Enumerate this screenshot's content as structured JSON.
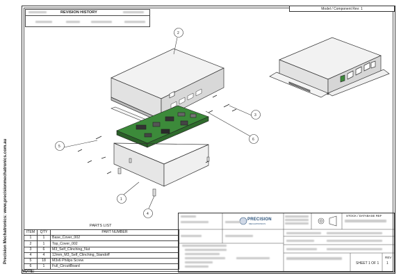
{
  "header": {
    "model_label": "Model / Component Rev: 1",
    "revision_history": "REVISION HISTORY"
  },
  "side_text": "Precision Mechatronics: www.precisionmechatronics.com.au",
  "note_label": "NOTE:",
  "balloons": [
    "1",
    "2",
    "3",
    "4",
    "5",
    "6"
  ],
  "parts_list": {
    "title": "PARTS LIST",
    "headers": [
      "ITEM",
      "QTY",
      "PART NUMBER"
    ],
    "rows": [
      [
        "1",
        "1",
        "Base_Cover_002"
      ],
      [
        "2",
        "1",
        "Top_Cover_002"
      ],
      [
        "3",
        "6",
        "M3_Self_Clinching_Nut"
      ],
      [
        "4",
        "4",
        "12mm_M3_Self_Clinching_Standoff"
      ],
      [
        "5",
        "18",
        "M3x6 Philips Screw"
      ],
      [
        "6",
        "1",
        "Full_CircuitBoard"
      ]
    ]
  },
  "title_block": {
    "logo_text": "PRECISION",
    "logo_sub": "MECHATRONICS",
    "stock_label": "STOCK / DATABASE REF",
    "sheet_label": "SHEET",
    "sheet_value": "1",
    "sheet_of": "OF",
    "sheet_total": "1",
    "rev_label": "REV",
    "rev_value": "1"
  },
  "colors": {
    "line": "#333333",
    "metal": "#ededed",
    "metal_dark": "#c8c8c8",
    "pcb": "#3c8a3a",
    "logo": "#28507a"
  }
}
